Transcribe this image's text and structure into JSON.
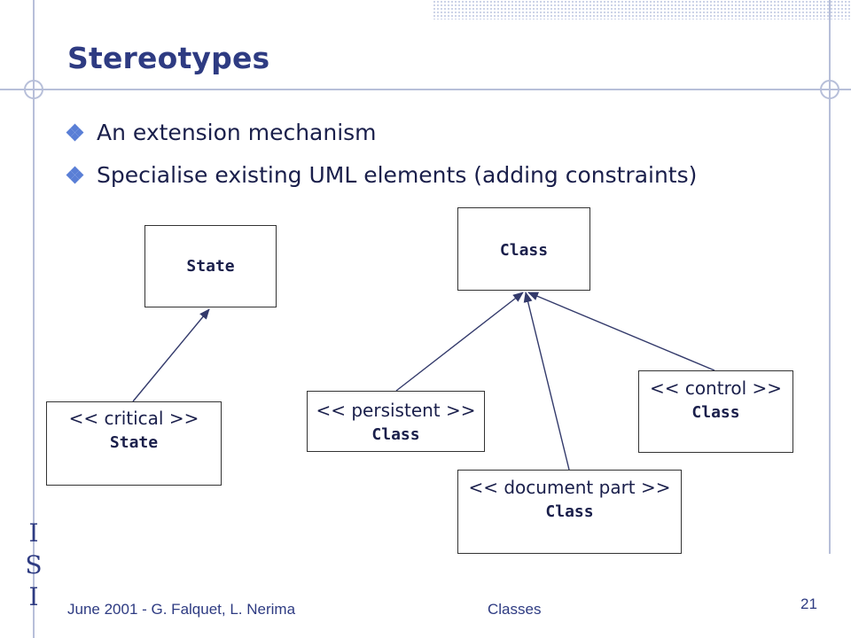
{
  "slide": {
    "title": "Stereotypes",
    "bullets": [
      "An extension mechanism",
      "Specialise existing UML elements (adding constraints)"
    ]
  },
  "diagram": {
    "state_box": {
      "label": "State"
    },
    "critical_box": {
      "stereotype": "<< critical >>",
      "label": "State"
    },
    "class_box": {
      "label": "Class"
    },
    "persistent_box": {
      "stereotype": "<< persistent >>",
      "label": "Class"
    },
    "document_part_box": {
      "stereotype": "<< document part >>",
      "label": "Class"
    },
    "control_box": {
      "stereotype": "<< control >>",
      "label": "Class"
    }
  },
  "logo": {
    "letters": [
      "I",
      "S",
      "I"
    ]
  },
  "footer": {
    "left": "June 2001 - G. Falquet, L. Nerima",
    "center": "Classes",
    "page_number": "21"
  },
  "colors": {
    "title": "#2e3b82",
    "bullet": "#5a7fd6",
    "frame": "#b7bfd9"
  }
}
